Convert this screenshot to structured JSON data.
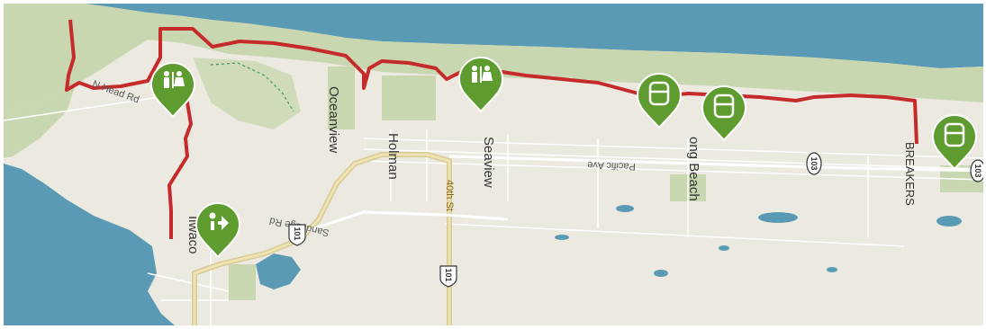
{
  "map": {
    "town_labels": {
      "oceanview": "Oceanview",
      "holman": "Holman",
      "seaview": "Seaview",
      "long_beach": "ong Beach",
      "breakers": "BREAKERS",
      "ilwaco": "Ilwaco"
    },
    "road_labels": {
      "north_head_rd": "N Head Rd",
      "sandridge_rd": "Sandridge Rd",
      "pacific_ave": "Pacific Ave",
      "fortieth_st": "40th St"
    },
    "highway_shields": {
      "us101_west": "101",
      "us101_south": "101",
      "sr103": "103",
      "edge_shield": "103"
    },
    "markers": [
      {
        "kind": "restroom",
        "icon": "restroom-icon"
      },
      {
        "kind": "restroom",
        "icon": "restroom-icon"
      },
      {
        "kind": "parking",
        "icon": "car-icon"
      },
      {
        "kind": "parking",
        "icon": "car-icon"
      },
      {
        "kind": "parking",
        "icon": "car-icon"
      },
      {
        "kind": "trailhead",
        "icon": "trailhead-icon"
      }
    ],
    "colors": {
      "ocean": "#5b9ab4",
      "land": "#ece9e1",
      "forest": "#c9d7b0",
      "trail": "#c52b2b",
      "marker": "#5e9c2f",
      "highway": "#d7c998"
    }
  }
}
